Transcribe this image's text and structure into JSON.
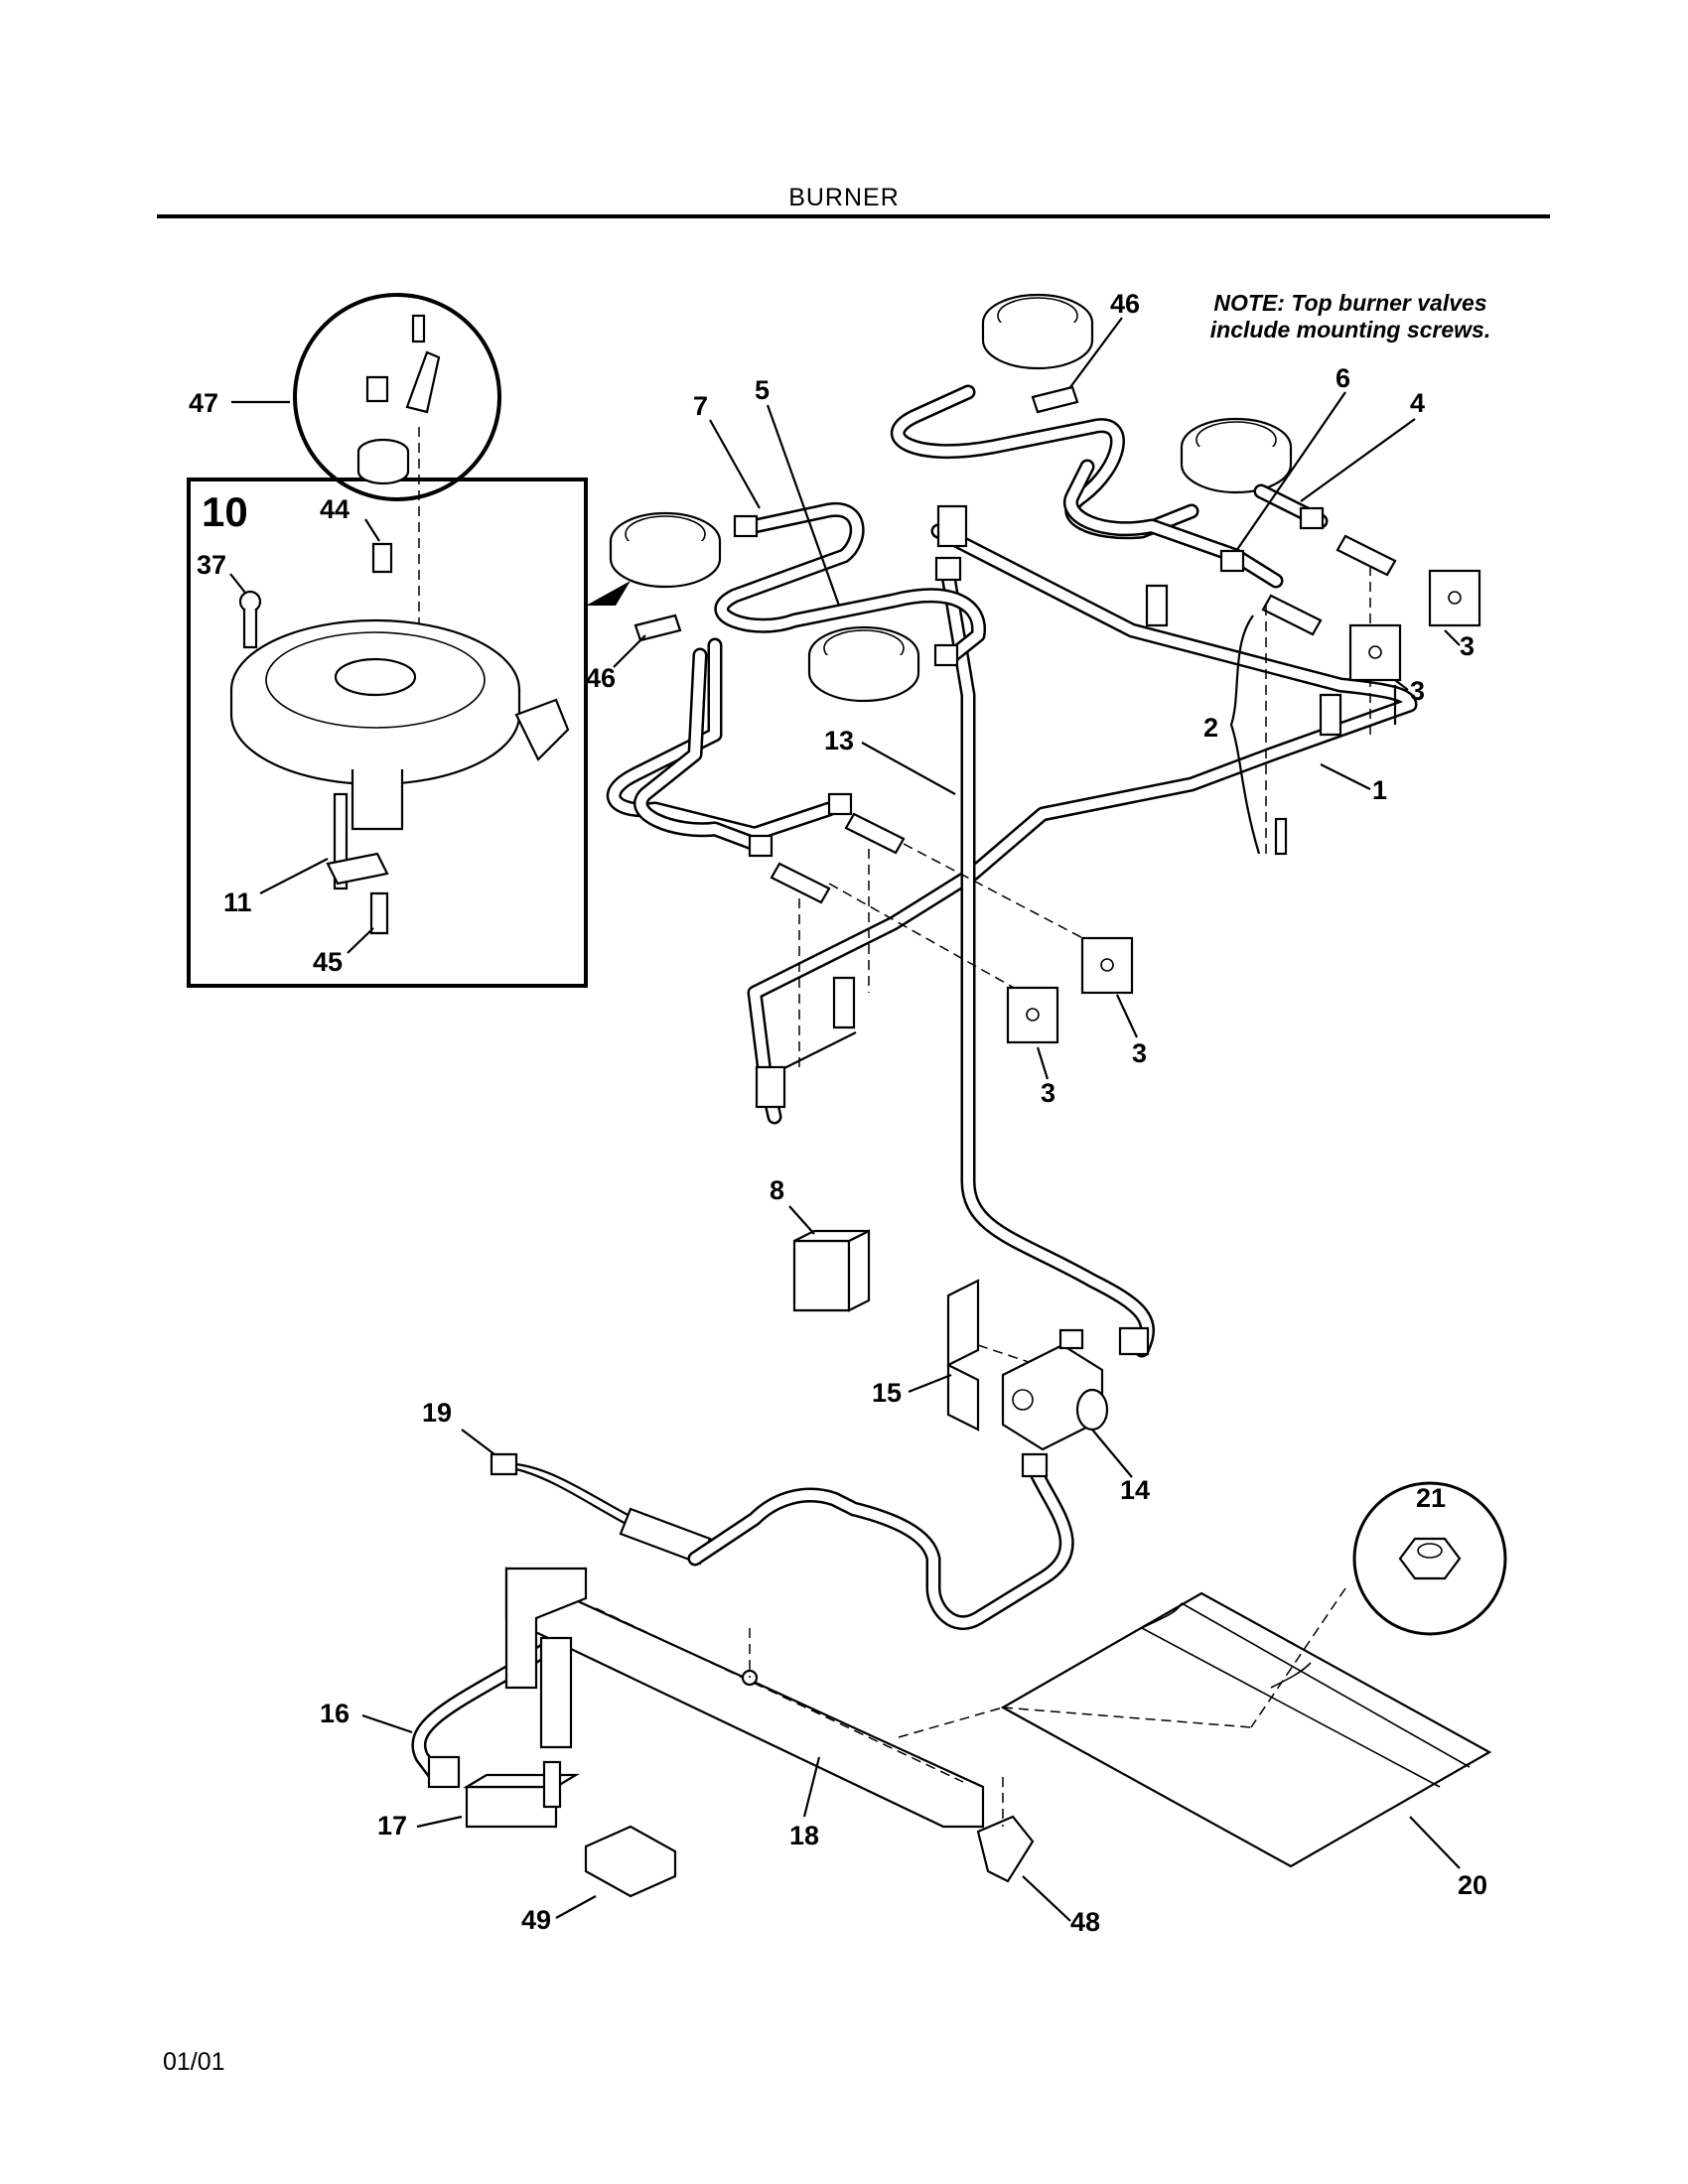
{
  "header": {
    "title": "BURNER"
  },
  "note": {
    "line1": "NOTE: Top burner valves",
    "line2": "include mounting screws."
  },
  "footer": {
    "date": "01/01"
  },
  "inset": {
    "label": "10"
  },
  "callouts": {
    "c47": "47",
    "c44": "44",
    "c37": "37",
    "c11": "11",
    "c45": "45",
    "c46a": "46",
    "c46b": "46",
    "c7": "7",
    "c5": "5",
    "c6": "6",
    "c4": "4",
    "c13": "13",
    "c2": "2",
    "c1": "1",
    "c3a": "3",
    "c3b": "3",
    "c3c": "3",
    "c3d": "3",
    "c8": "8",
    "c15": "15",
    "c14": "14",
    "c19": "19",
    "c21": "21",
    "c16": "16",
    "c17": "17",
    "c18": "18",
    "c49": "49",
    "c48": "48",
    "c20": "20"
  }
}
